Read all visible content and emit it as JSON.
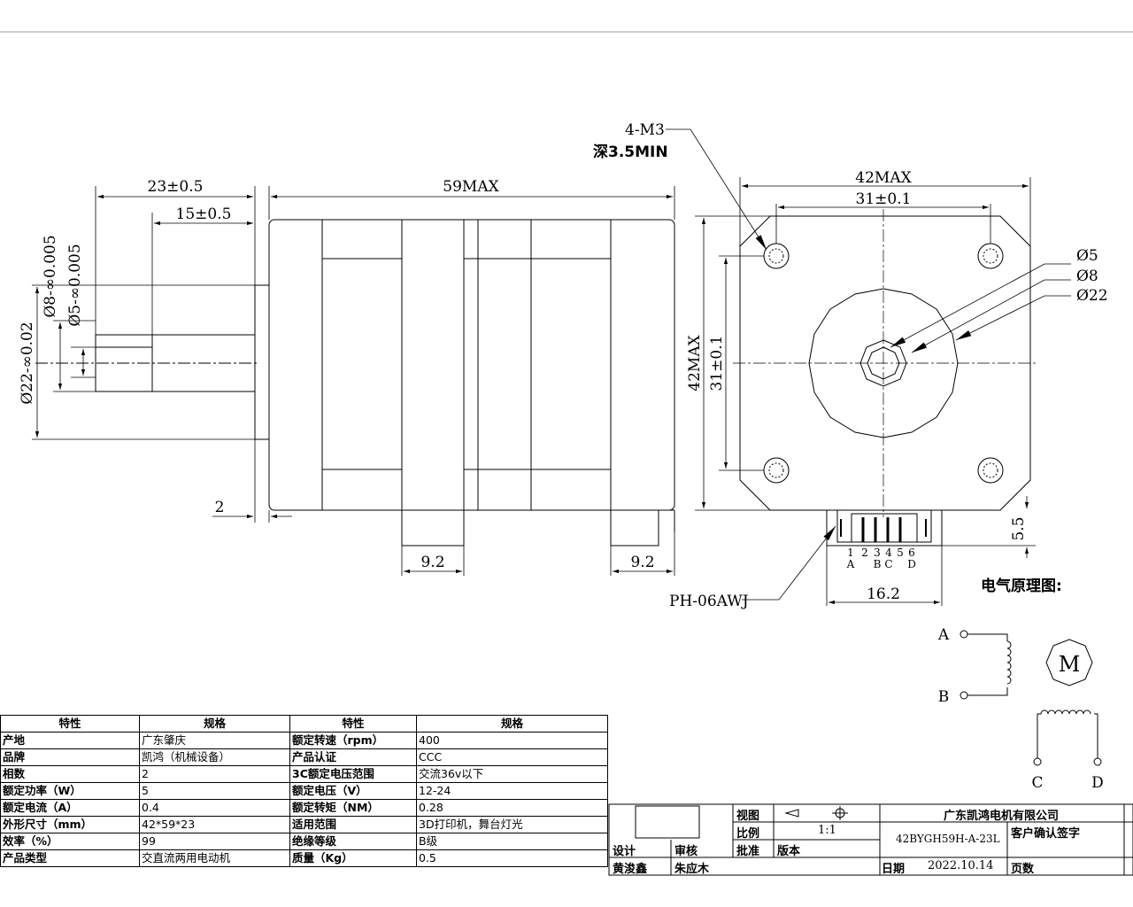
{
  "dimensions": {
    "shaft_length": "23±0.5",
    "flat_length": "15±0.5",
    "body_length": "59MAX",
    "dia_8": "Ø8-∞0.005",
    "dia_5": "Ø5-∞0.005",
    "dia_22": "Ø22-∞0.02",
    "flange": "2",
    "tab_left": "9.2",
    "tab_right": "9.2",
    "screw_label": "4-M3",
    "screw_depth": "深3.5MIN",
    "width_max": "42MAX",
    "hole_spacing": "31±0.1",
    "height_max": "42MAX",
    "hole_spacing_v": "31±0.1",
    "ref_d5": "Ø5",
    "ref_d8": "Ø8",
    "ref_d22": "Ø22",
    "connector_offset": "5.5",
    "connector_width": "16.2",
    "connector": "PH-06AWJ",
    "pin_numbers": [
      "1",
      "2",
      "3",
      "4",
      "5",
      "6"
    ],
    "pin_letters": [
      "A",
      "B",
      "C",
      "D"
    ]
  },
  "schematic": {
    "title": "电气原理图:",
    "motor": "M",
    "terminals": [
      "A",
      "B",
      "C",
      "D"
    ]
  },
  "specs": {
    "headers": [
      "特性",
      "规格",
      "特性",
      "规格"
    ],
    "rows": [
      [
        "产地",
        "广东肇庆",
        "额定转速（rpm）",
        "400"
      ],
      [
        "品牌",
        "凯鸿（机械设备）",
        "产品认证",
        "CCC"
      ],
      [
        "相数",
        "2",
        "3C额定电压范围",
        "交流36v以下"
      ],
      [
        "额定功率（W）",
        "5",
        "额定电压（V）",
        "12-24"
      ],
      [
        "额定电流（A）",
        "0.4",
        "额定转矩（NM）",
        "0.28"
      ],
      [
        "外形尺寸（mm）",
        "42*59*23",
        "适用范围",
        "3D打印机，舞台灯光"
      ],
      [
        "效率（%）",
        "99",
        "绝缘等级",
        "B级"
      ],
      [
        "产品类型",
        "交直流两用电动机",
        "质量（Kg）",
        "0.5"
      ]
    ]
  },
  "titleblock": {
    "view": "视图",
    "scale_label": "比例",
    "scale": "1:1",
    "approve": "批准",
    "version": "版本",
    "design": "设计",
    "review": "审核",
    "designer": "黄浚鑫",
    "reviewer": "朱应木",
    "company": "广东凯鸿电机有限公司",
    "model": "42BYGH59H-A-23L",
    "customer_sign": "客户确认签字",
    "date_label": "日期",
    "date": "2022.10.14",
    "pages": "页数"
  }
}
